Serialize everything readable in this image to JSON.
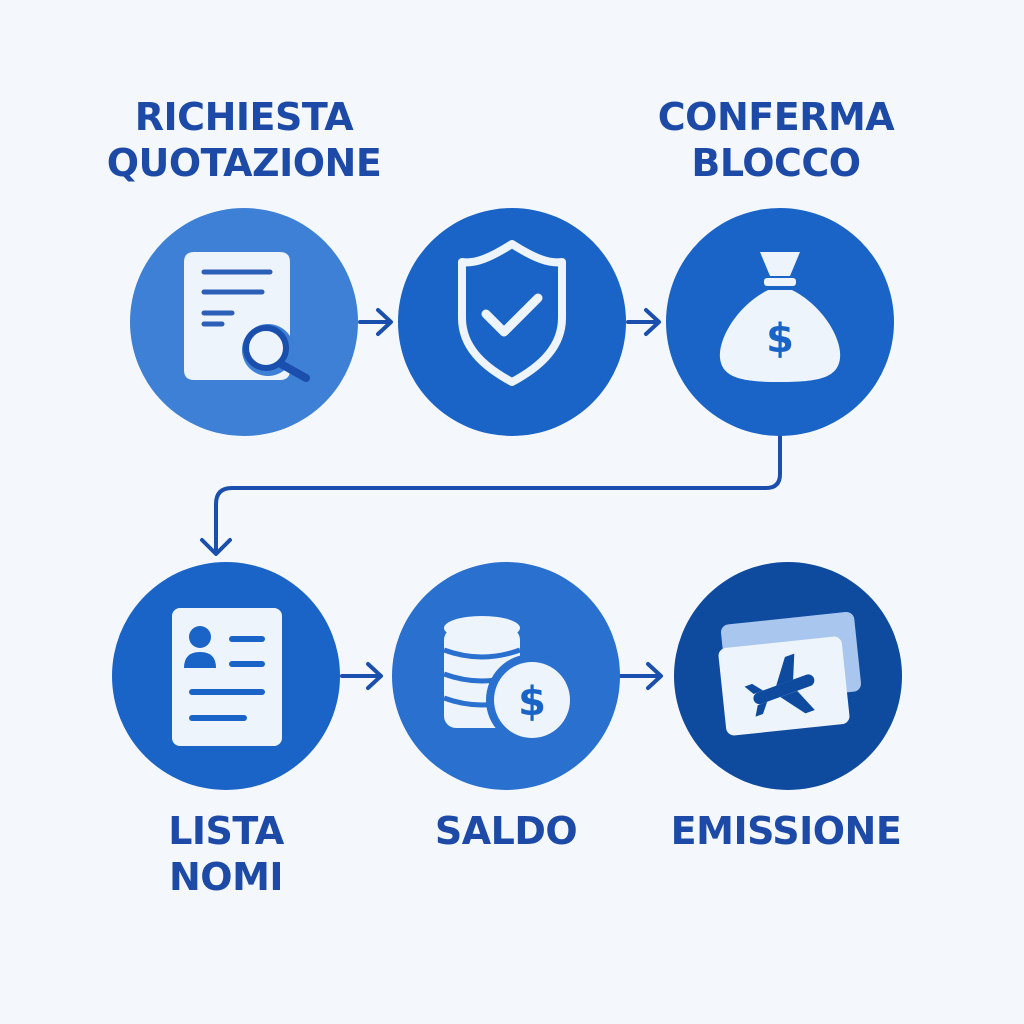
{
  "steps": [
    {
      "line1": "RICHIESTA",
      "line2": "QUOTAZIONE",
      "icon": "document-search-icon"
    },
    {
      "line1": "",
      "line2": "",
      "icon": "shield-check-icon"
    },
    {
      "line1": "CONFERMA",
      "line2": "BLOCCO",
      "icon": "money-bag-icon"
    },
    {
      "line1": "LISTA",
      "line2": "NOMI",
      "icon": "name-list-icon"
    },
    {
      "line1": "SALDO",
      "line2": "",
      "icon": "coins-dollar-icon"
    },
    {
      "line1": "EMISSIONE",
      "line2": "",
      "icon": "flight-ticket-icon"
    }
  ],
  "colors": {
    "background": "#f4f8fc",
    "label": "#1c4aa6",
    "arrow": "#1b4fae",
    "circle_light": "#3d80d6",
    "circle_mid": "#1a64c8",
    "circle_dark": "#0e4a9e"
  }
}
